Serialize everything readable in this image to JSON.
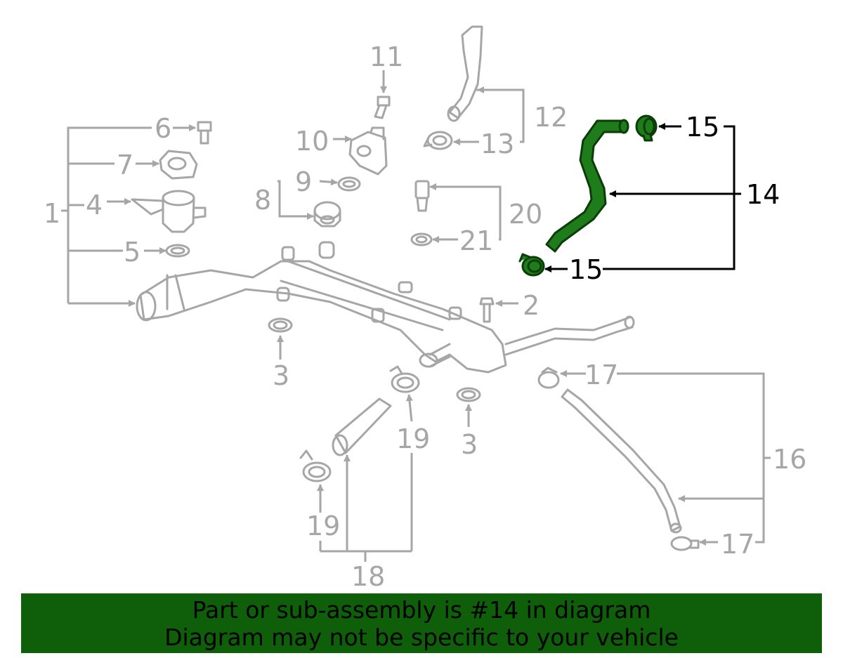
{
  "labels": {
    "l1": "1",
    "l2": "2",
    "l3a": "3",
    "l3b": "3",
    "l4": "4",
    "l5": "5",
    "l6": "6",
    "l7": "7",
    "l8": "8",
    "l9": "9",
    "l10": "10",
    "l11": "11",
    "l12": "12",
    "l13": "13",
    "l14": "14",
    "l15a": "15",
    "l15b": "15",
    "l16": "16",
    "l17a": "17",
    "l17b": "17",
    "l18": "18",
    "l19a": "19",
    "l19b": "19",
    "l20": "20",
    "l21": "21"
  },
  "colors": {
    "highlight_fill": "#1e7d1a",
    "banner_bg": "#0e5e0a",
    "part_line": "#a6a6a6"
  },
  "banner": {
    "line1": "Part or sub-assembly is #14 in diagram",
    "line2": "Diagram may not be specific to your vehicle"
  }
}
